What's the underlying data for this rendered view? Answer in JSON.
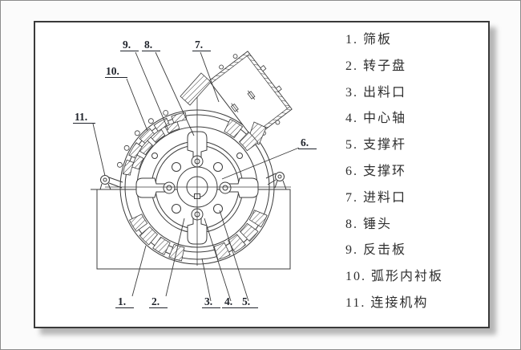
{
  "frame": {
    "background": "#fbfbfb",
    "panel_background": "#ffffff",
    "panel_border_color": "#3a3a3a",
    "shadow_color": "#b5b5b5",
    "line_color": "#3c3c3c"
  },
  "legend": {
    "items": [
      {
        "text": "1. 筛板"
      },
      {
        "text": "2. 转子盘"
      },
      {
        "text": "3. 出料口"
      },
      {
        "text": "4. 中心轴"
      },
      {
        "text": "5. 支撑杆"
      },
      {
        "text": "6. 支撑环"
      },
      {
        "text": "7. 进料口"
      },
      {
        "text": "8. 锤头"
      },
      {
        "text": "9. 反击板"
      },
      {
        "text": "10. 弧形内衬板"
      },
      {
        "text": "11. 连接机构"
      }
    ]
  },
  "diagram": {
    "callouts": [
      {
        "text": "1."
      },
      {
        "text": "2."
      },
      {
        "text": "3."
      },
      {
        "text": "4."
      },
      {
        "text": "5."
      },
      {
        "text": "6."
      },
      {
        "text": "7."
      },
      {
        "text": "8."
      },
      {
        "text": "9."
      },
      {
        "text": "10."
      },
      {
        "text": "11."
      }
    ]
  }
}
